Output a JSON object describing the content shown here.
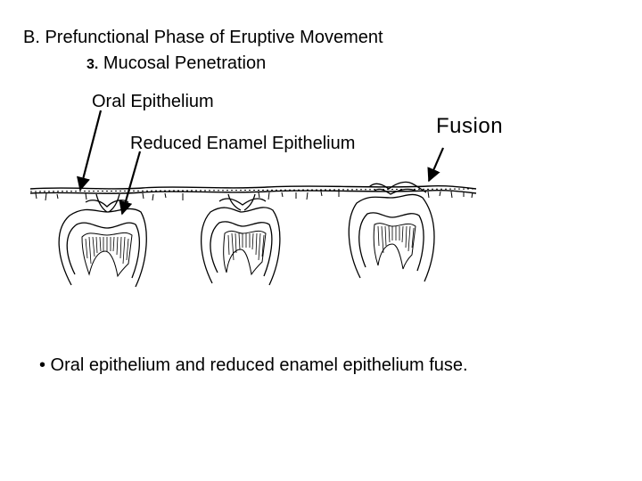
{
  "slide": {
    "title": "B. Prefunctional Phase of Eruptive Movement",
    "subtitle_number": "3.",
    "subtitle_text": "Mucosal Penetration"
  },
  "diagram": {
    "labels": {
      "oral_epithelium": "Oral Epithelium",
      "reduced_enamel_epithelium": "Reduced Enamel Epithelium",
      "fusion": "Fusion"
    }
  },
  "bullets": [
    "• Oral epithelium and reduced enamel epithelium fuse."
  ]
}
